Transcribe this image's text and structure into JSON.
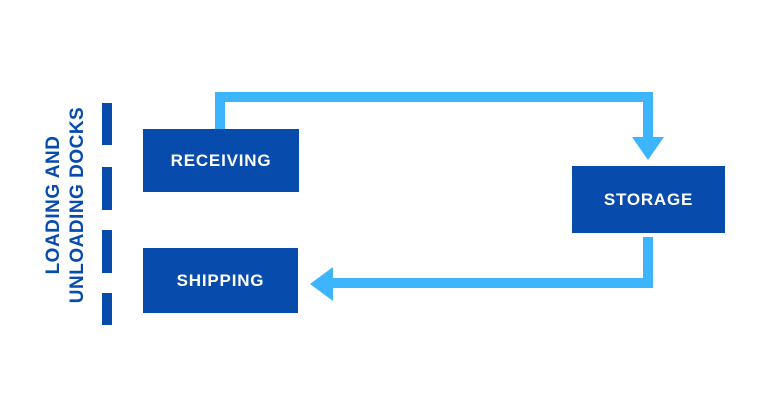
{
  "diagram": {
    "type": "flowchart",
    "dock_label": {
      "line1": "LOADING AND",
      "line2": "UNLOADING DOCKS"
    },
    "nodes": [
      {
        "id": "receiving",
        "label": "RECEIVING"
      },
      {
        "id": "shipping",
        "label": "SHIPPING"
      },
      {
        "id": "storage",
        "label": "STORAGE"
      }
    ],
    "arrows": [
      {
        "from": "RECEIVING",
        "to": "STORAGE",
        "head": "arrowhead-down-icon"
      },
      {
        "from": "STORAGE",
        "to": "SHIPPING",
        "head": "arrowhead-left-icon"
      }
    ],
    "dashed_divider": {
      "dash_count": 4,
      "orientation": "vertical"
    },
    "colors": {
      "node_fill_dark_blue": "#074BAD",
      "arrow_light_blue": "#3CB5FC",
      "node_text": "#FFFFFF",
      "background": "#FFFFFF"
    }
  }
}
